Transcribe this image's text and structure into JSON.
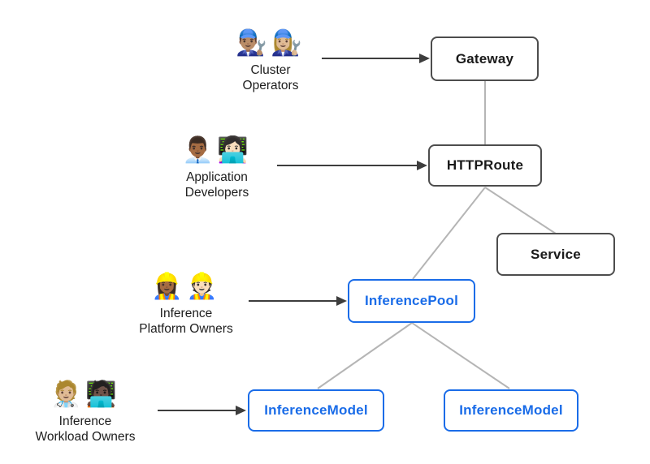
{
  "personas": [
    {
      "id": "cluster-operators",
      "emoji": "👨🏽‍🔧👩🏼‍🔧",
      "label": "Cluster\nOperators"
    },
    {
      "id": "application-developers",
      "emoji": "👨🏾‍💼👩🏻‍💻",
      "label": "Application\nDevelopers"
    },
    {
      "id": "inference-platform-owners",
      "emoji": "👷🏾‍♀️👷🏻",
      "label": "Inference\nPlatform Owners"
    },
    {
      "id": "inference-workload-owners",
      "emoji": "🧑🏼‍⚕️🧑🏿‍💻",
      "label": "Inference\nWorkload Owners"
    }
  ],
  "resources": [
    {
      "id": "gateway",
      "label": "Gateway",
      "category": "standard"
    },
    {
      "id": "httproute",
      "label": "HTTPRoute",
      "category": "standard"
    },
    {
      "id": "service",
      "label": "Service",
      "category": "standard"
    },
    {
      "id": "inferencepool",
      "label": "InferencePool",
      "category": "extension"
    },
    {
      "id": "inferencemodel-1",
      "label": "InferenceModel",
      "category": "extension"
    },
    {
      "id": "inferencemodel-2",
      "label": "InferenceModel",
      "category": "extension"
    }
  ],
  "edges": [
    {
      "from": "cluster-operators",
      "to": "gateway",
      "type": "arrow"
    },
    {
      "from": "application-developers",
      "to": "httproute",
      "type": "arrow"
    },
    {
      "from": "inference-platform-owners",
      "to": "inferencepool",
      "type": "arrow"
    },
    {
      "from": "inference-workload-owners",
      "to": "inferencemodel-1",
      "type": "arrow"
    },
    {
      "from": "gateway",
      "to": "httproute",
      "type": "connector"
    },
    {
      "from": "httproute",
      "to": "service",
      "type": "connector"
    },
    {
      "from": "httproute",
      "to": "inferencepool",
      "type": "connector"
    },
    {
      "from": "inferencepool",
      "to": "inferencemodel-1",
      "type": "connector"
    },
    {
      "from": "inferencepool",
      "to": "inferencemodel-2",
      "type": "connector"
    }
  ],
  "colors": {
    "standard_border": "#4d4d4d",
    "standard_text": "#1a1a1a",
    "extension_accent": "#1a6ce8",
    "connector": "#b5b5b5",
    "arrow": "#3d3d3d",
    "background": "#ffffff"
  }
}
